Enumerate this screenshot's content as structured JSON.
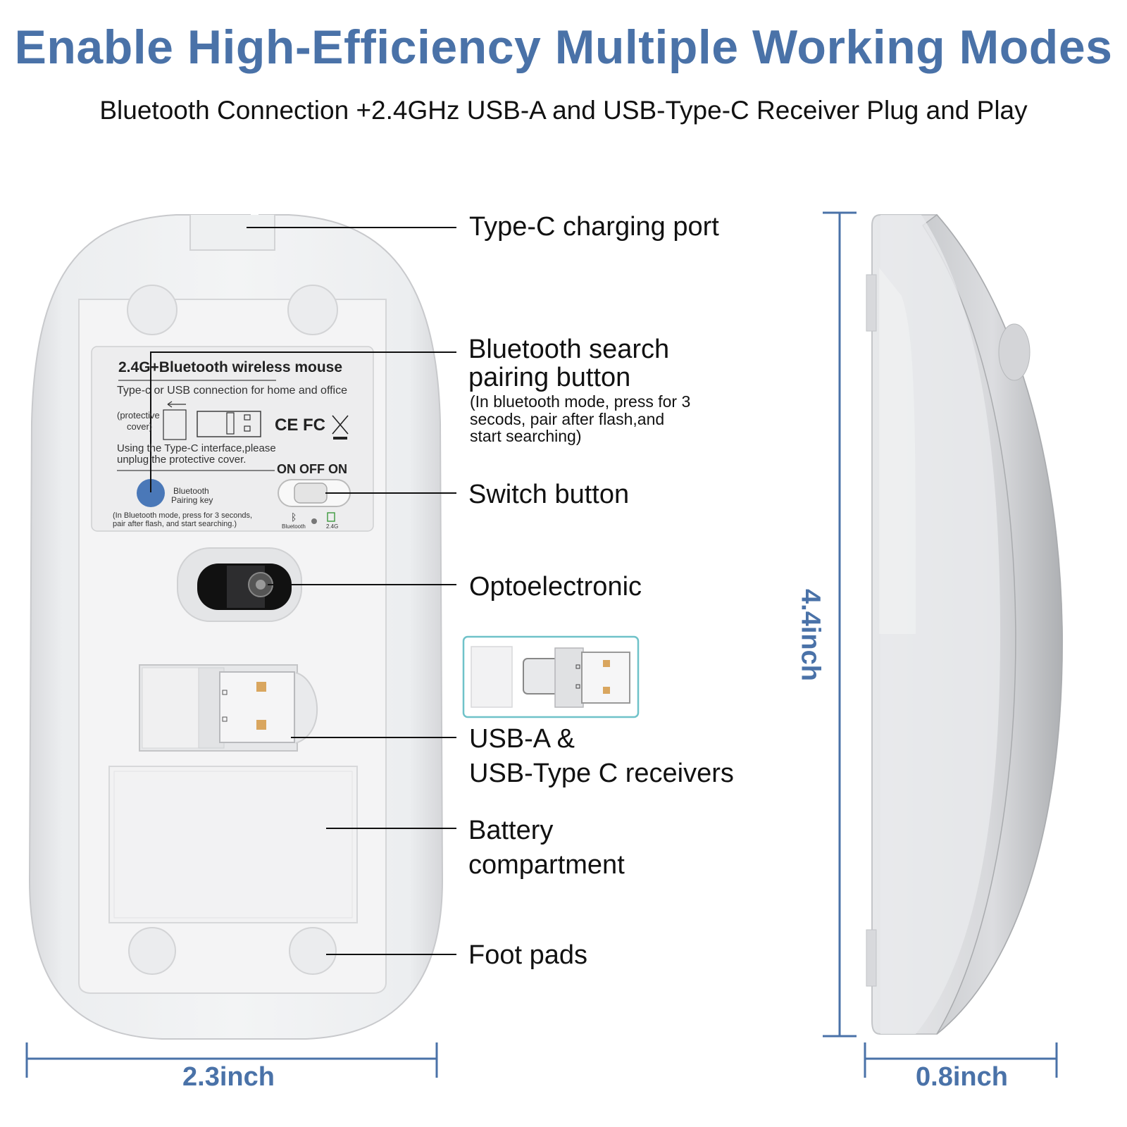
{
  "header": {
    "title": "Enable High-Efficiency Multiple Working Modes",
    "subtitle": "Bluetooth Connection +2.4GHz USB-A and USB-Type-C Receiver Plug and Play"
  },
  "mouse_label": {
    "title": "2.4G+Bluetooth wireless mouse",
    "line1": "Type-c or USB connection for home and office",
    "protective": "(protective",
    "cover": "cover)",
    "certs": "CE FC",
    "note1": "Using the Type-C interface,please",
    "note2": "unplug the protective cover.",
    "switch_states": "ON OFF ON",
    "pairing1": "Bluetooth",
    "pairing2": "Pairing key",
    "footnote1": "(In Bluetooth mode, press for 3 seconds,",
    "footnote2": "pair after flash, and start searching.)",
    "bt_mode": "Bluetooth",
    "g_mode": "2.4G"
  },
  "callouts": {
    "typec": "Type-C charging port",
    "bt1": "Bluetooth search",
    "bt2": "pairing button",
    "bt_note1": "(In bluetooth mode, press for 3",
    "bt_note2": "secods, pair after flash,and",
    "bt_note3": "start searching)",
    "switch": "Switch button",
    "opto": "Optoelectronic",
    "usb1": "USB-A &",
    "usb2": "USB-Type C receivers",
    "battery1": "Battery",
    "battery2": "compartment",
    "foot": "Foot pads"
  },
  "dimensions": {
    "width": "2.3inch",
    "height": "4.4inch",
    "depth": "0.8inch"
  },
  "colors": {
    "accent": "#4a72a8",
    "pairing_button": "#4a78b8"
  }
}
